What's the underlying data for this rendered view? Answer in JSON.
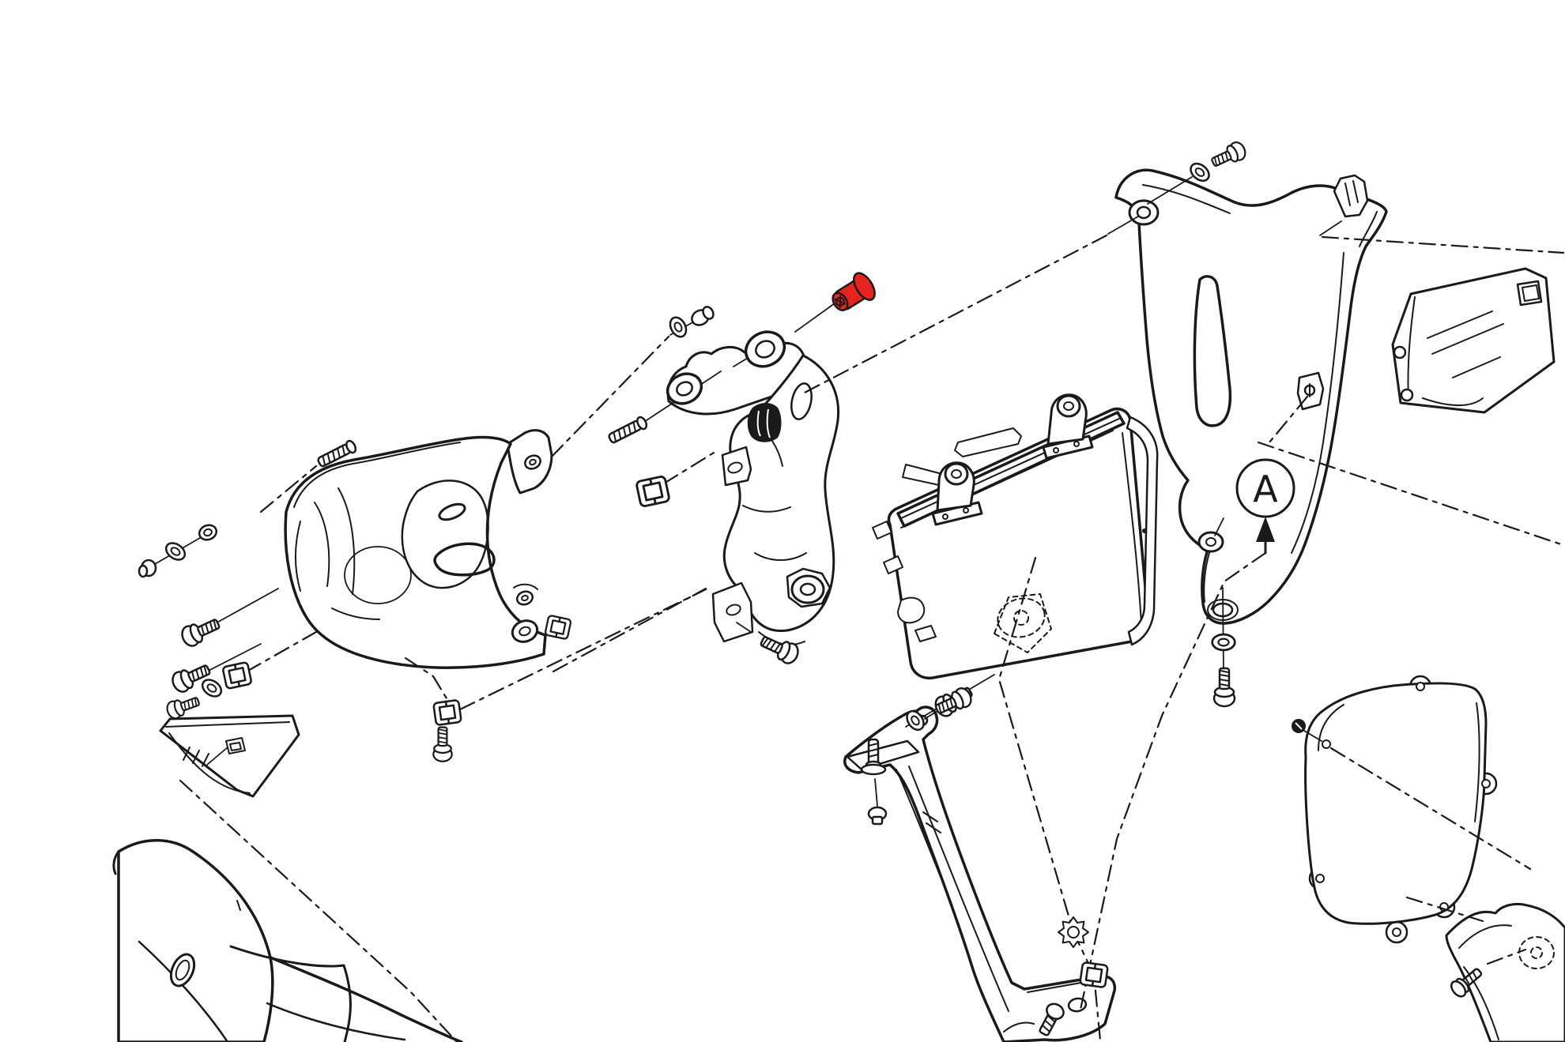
{
  "diagram": {
    "type": "exploded-parts-diagram",
    "subject": "motorcycle-front-fairing-and-brackets",
    "callout": {
      "label": "A"
    },
    "colors": {
      "background": "#ffffff",
      "line": "#1a1a1a",
      "highlight": "#e6231c"
    },
    "highlighted_part": {
      "id": "quick-fastener",
      "name": "quick-release fastener (highlighted red)"
    },
    "parts": [
      {
        "id": "headlight-fairing",
        "name": "headlight fairing support"
      },
      {
        "id": "instrument-bracket",
        "name": "instrument panel bracket with rubber mounts"
      },
      {
        "id": "quick-fastener",
        "name": "quick-release fastener (red)"
      },
      {
        "id": "radiator",
        "name": "radiator / headlight unit with mounting tabs"
      },
      {
        "id": "side-panel",
        "name": "right air-duct side panel"
      },
      {
        "id": "upper-bracket",
        "name": "upper right mounting bracket"
      },
      {
        "id": "electronics-cover",
        "name": "lower right cover panel with mounting ears"
      },
      {
        "id": "corner-panel",
        "name": "partial panel at lower right corner"
      },
      {
        "id": "stay-strut",
        "name": "diagonal support stay"
      },
      {
        "id": "triangle-trim",
        "name": "triangular trim piece"
      },
      {
        "id": "lower-fairing",
        "name": "lower fairing / tank cover (partial)"
      },
      {
        "id": "fasteners",
        "name": "screws, washers, studs, speed-nut clips, star washer, grommets"
      }
    ]
  }
}
